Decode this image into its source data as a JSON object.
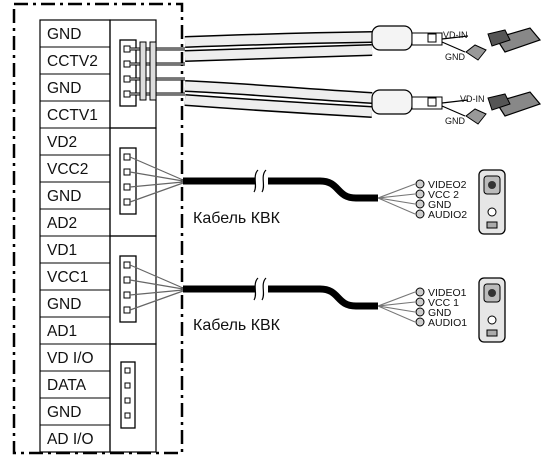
{
  "terminals": [
    {
      "label": "GND"
    },
    {
      "label": "CCTV2"
    },
    {
      "label": "GND"
    },
    {
      "label": "CCTV1"
    },
    {
      "label": "VD2"
    },
    {
      "label": "VCC2"
    },
    {
      "label": "GND"
    },
    {
      "label": "AD2"
    },
    {
      "label": "VD1"
    },
    {
      "label": "VCC1"
    },
    {
      "label": "GND"
    },
    {
      "label": "AD1"
    },
    {
      "label": "VD I/O"
    },
    {
      "label": "DATA"
    },
    {
      "label": "GND"
    },
    {
      "label": "AD I/O"
    }
  ],
  "cables": [
    {
      "label": "Кабель КВК"
    },
    {
      "label": "Кабель КВК"
    }
  ],
  "cameras": [
    {
      "vd_label": "VD-IN",
      "gnd_label": "GND"
    },
    {
      "vd_label": "VD-IN",
      "gnd_label": "GND"
    }
  ],
  "door_panels": [
    {
      "wires": [
        "VIDEO2",
        "VCC 2",
        "GND",
        "AUDIO2"
      ]
    },
    {
      "wires": [
        "VIDEO1",
        "VCC 1",
        "GND",
        "AUDIO1"
      ]
    }
  ]
}
